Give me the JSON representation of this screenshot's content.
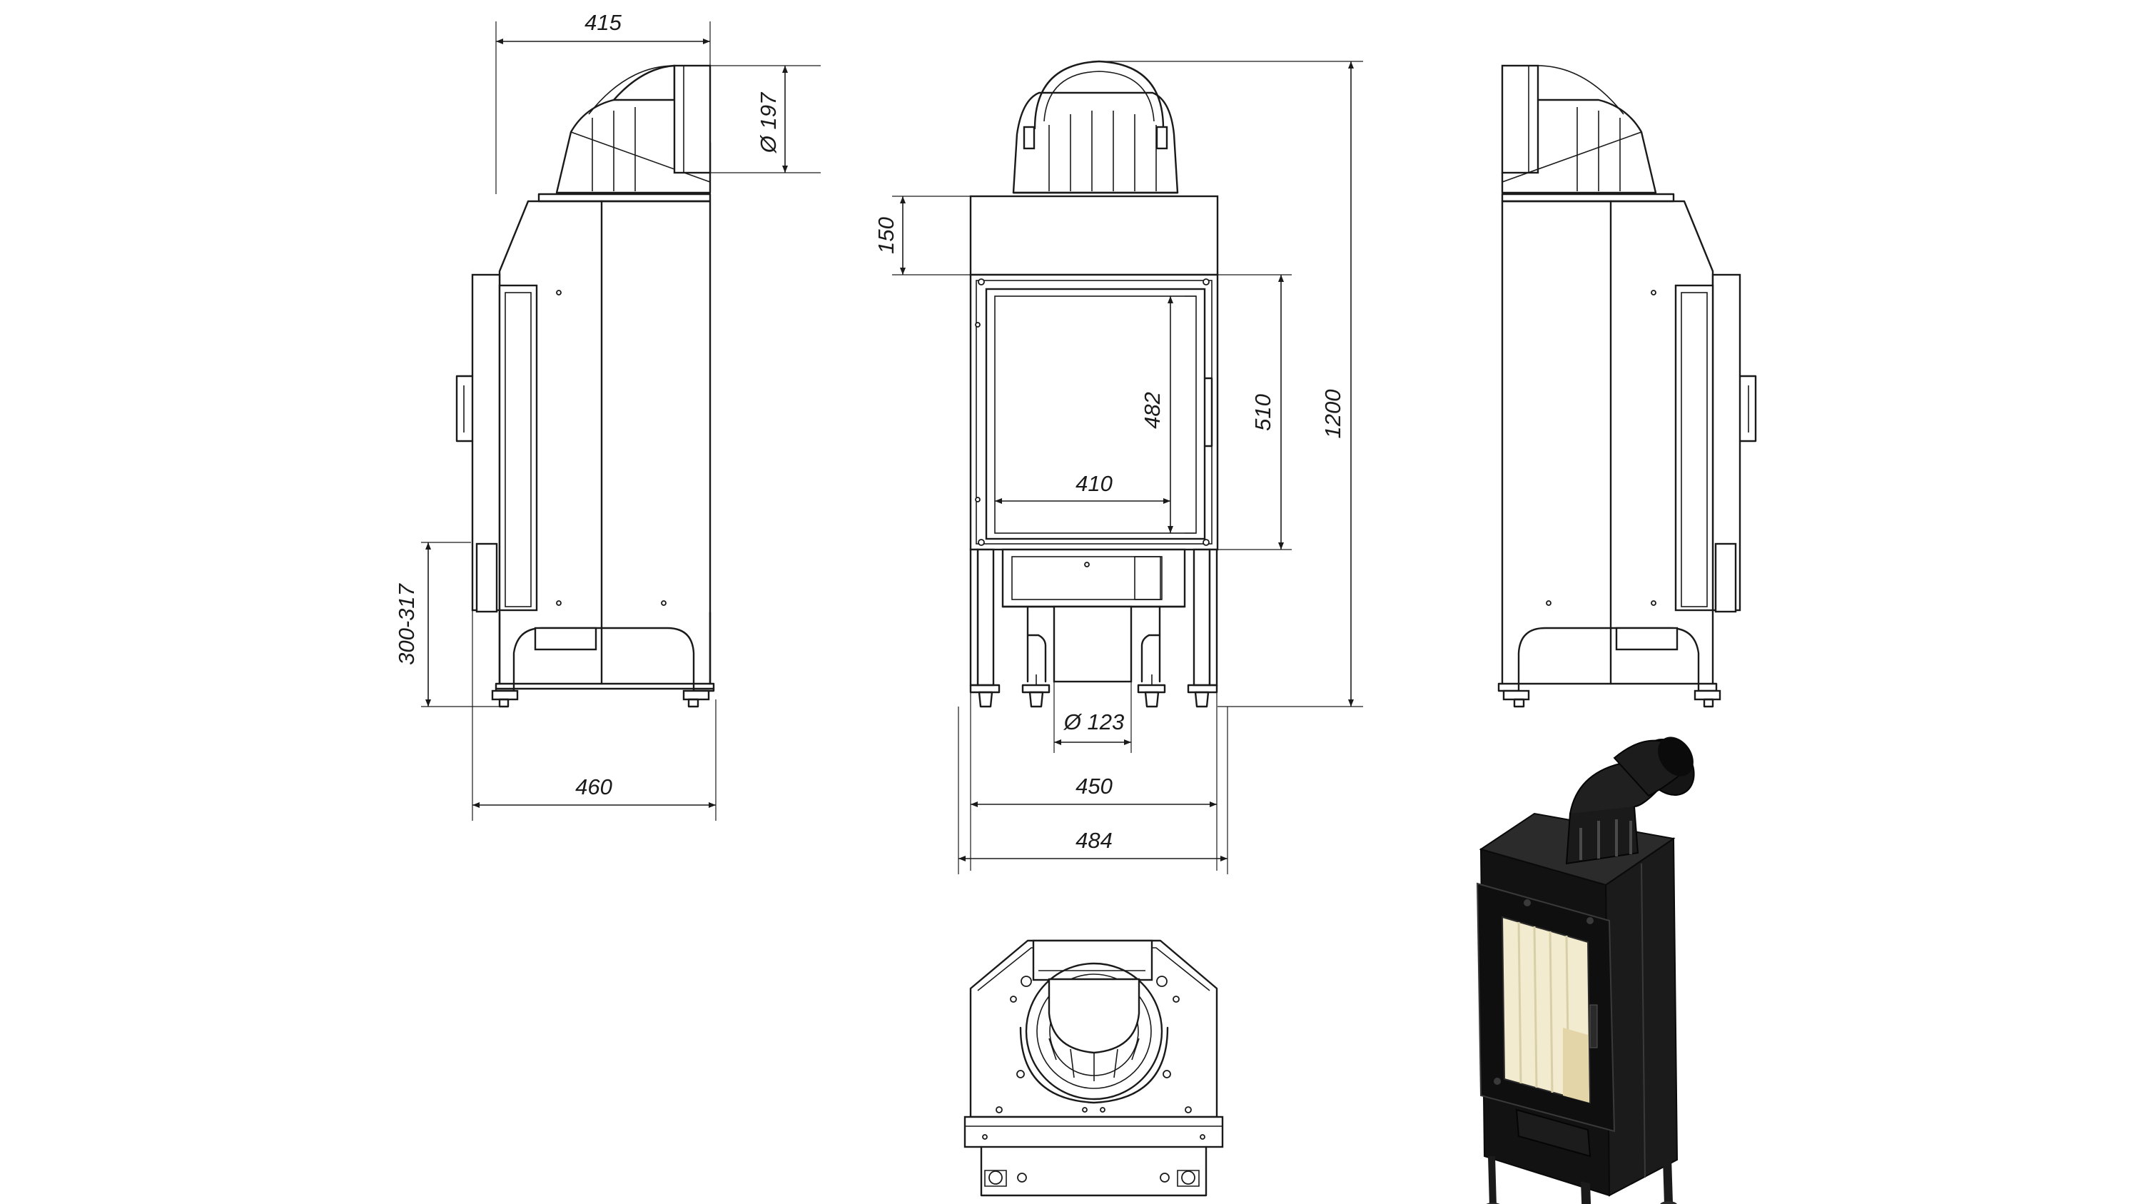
{
  "dimensions": {
    "side_top_width": "415",
    "flue_outlet_diameter": "Ø 197",
    "side_depth": "460",
    "leg_height_range": "300-317",
    "front_top_section": "150",
    "glass_height": "482",
    "door_height": "510",
    "overall_height": "1200",
    "glass_width": "410",
    "air_inlet_diameter": "Ø 123",
    "body_width": "450",
    "overall_width": "484"
  },
  "colors": {
    "line": "#1a1a1a",
    "background": "#ffffff",
    "stove_body": "#161616",
    "glass": "#f2ebcf"
  },
  "views": [
    "side-view-left",
    "front-view",
    "side-view-right",
    "top-view",
    "isometric-render"
  ]
}
